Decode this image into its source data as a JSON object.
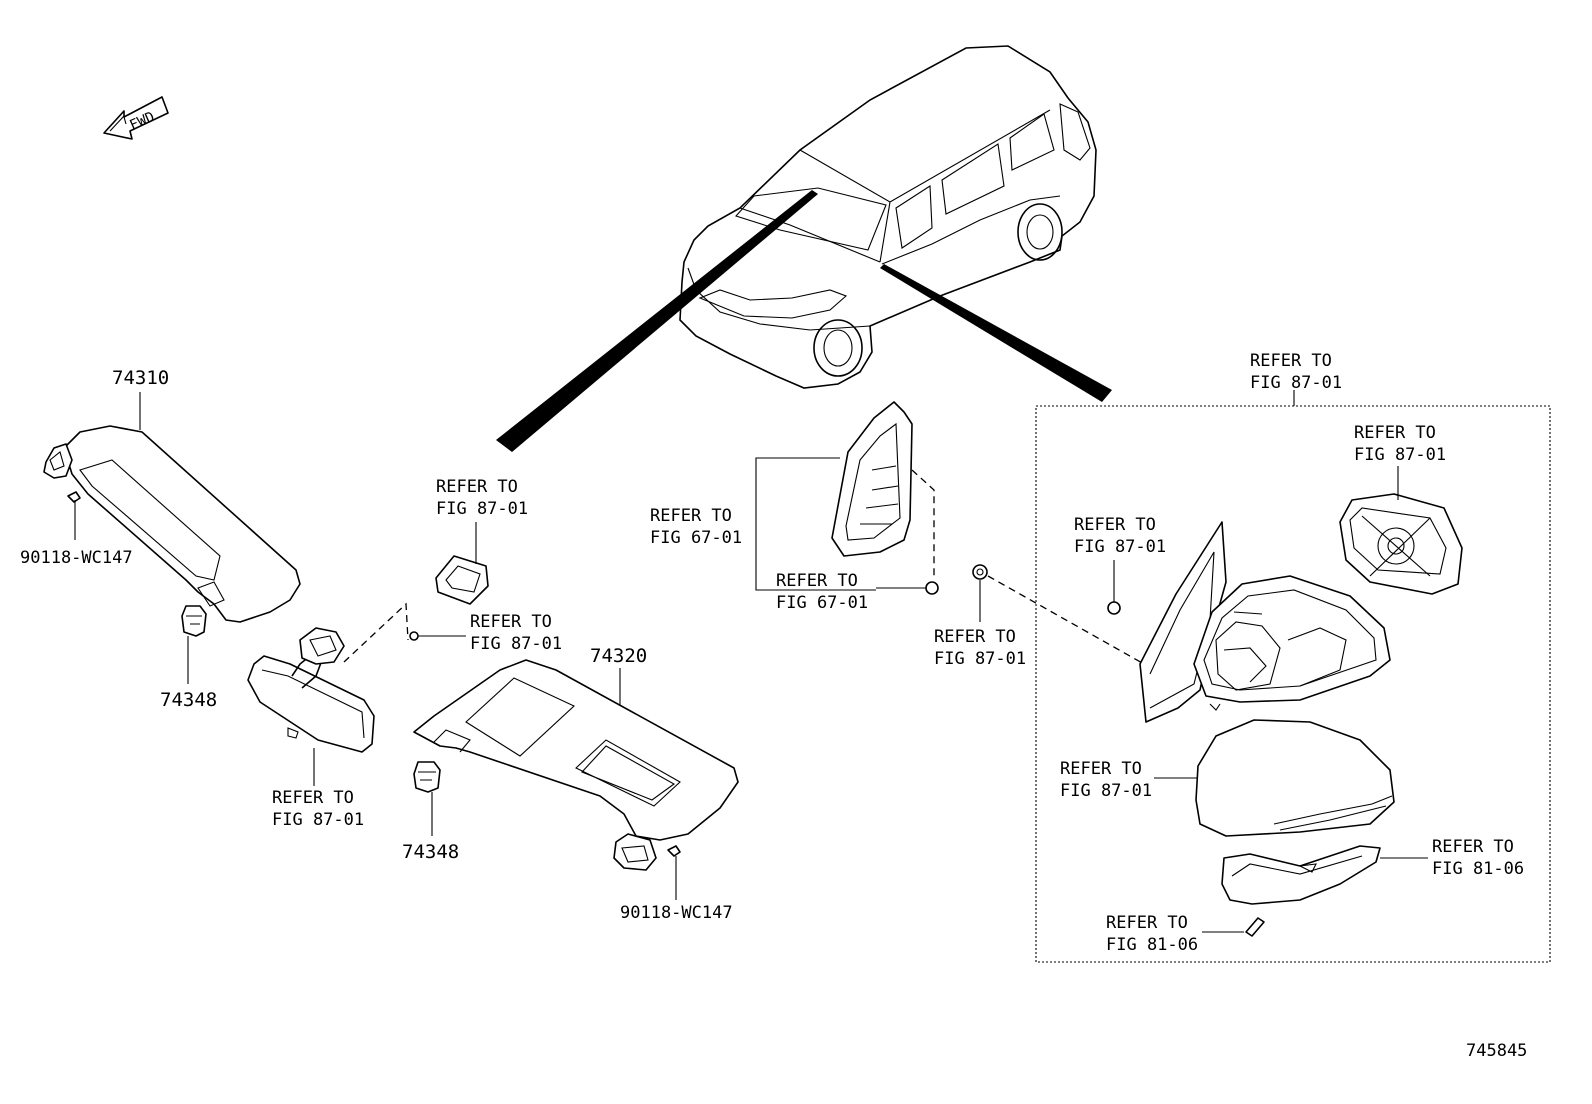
{
  "diagram": {
    "fwd_arrow": "FWD",
    "figure_number": "745845",
    "labels": {
      "p74310": "74310",
      "p90118_left": "90118-WC147",
      "p74348_left": "74348",
      "ref_mirror_bottom_1": "REFER TO",
      "ref_mirror_bottom_2": "FIG 87-01",
      "ref_overhead_1": "REFER TO",
      "ref_overhead_2": "FIG 87-01",
      "ref_screw_1": "REFER TO",
      "ref_screw_2": "FIG 87-01",
      "p74320": "74320",
      "p74348_right": "74348",
      "p90118_right": "90118-WC147",
      "ref_6701_a_1": "REFER TO",
      "ref_6701_a_2": "FIG 67-01",
      "ref_6701_b_1": "REFER TO",
      "ref_6701_b_2": "FIG 67-01",
      "ref_nut_1": "REFER TO",
      "ref_nut_2": "FIG 87-01",
      "ref_box_top_1": "REFER TO",
      "ref_box_top_2": "FIG 87-01",
      "ref_glass_1": "REFER TO",
      "ref_glass_2": "FIG 87-01",
      "ref_box_screw_1": "REFER TO",
      "ref_box_screw_2": "FIG 87-01",
      "ref_cover_1": "REFER TO",
      "ref_cover_2": "FIG 87-01",
      "ref_lamp_1": "REFER TO",
      "ref_lamp_2": "FIG 81-06",
      "ref_lamp_screw_1": "REFER TO",
      "ref_lamp_screw_2": "FIG 81-06"
    }
  }
}
